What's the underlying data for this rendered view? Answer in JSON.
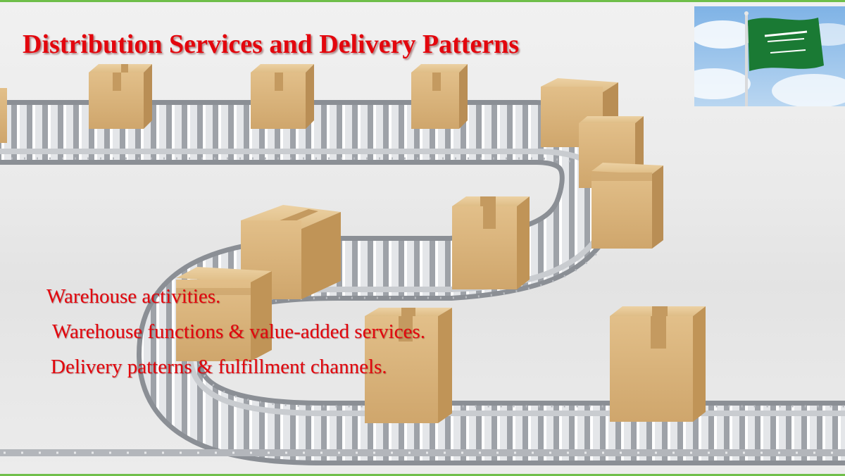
{
  "slide": {
    "title": "Distribution Services and Delivery Patterns",
    "bullets": [
      "Warehouse activities.",
      "Warehouse functions & value-added services.",
      "Delivery patterns & fulfillment channels."
    ]
  },
  "illustration": {
    "subject": "boxes on roller conveyor",
    "flag_image": "saudi-arabia-flag",
    "flag_color": "#1a7a34",
    "box_color": "#d6b07a",
    "title_color": "#e3060d"
  }
}
